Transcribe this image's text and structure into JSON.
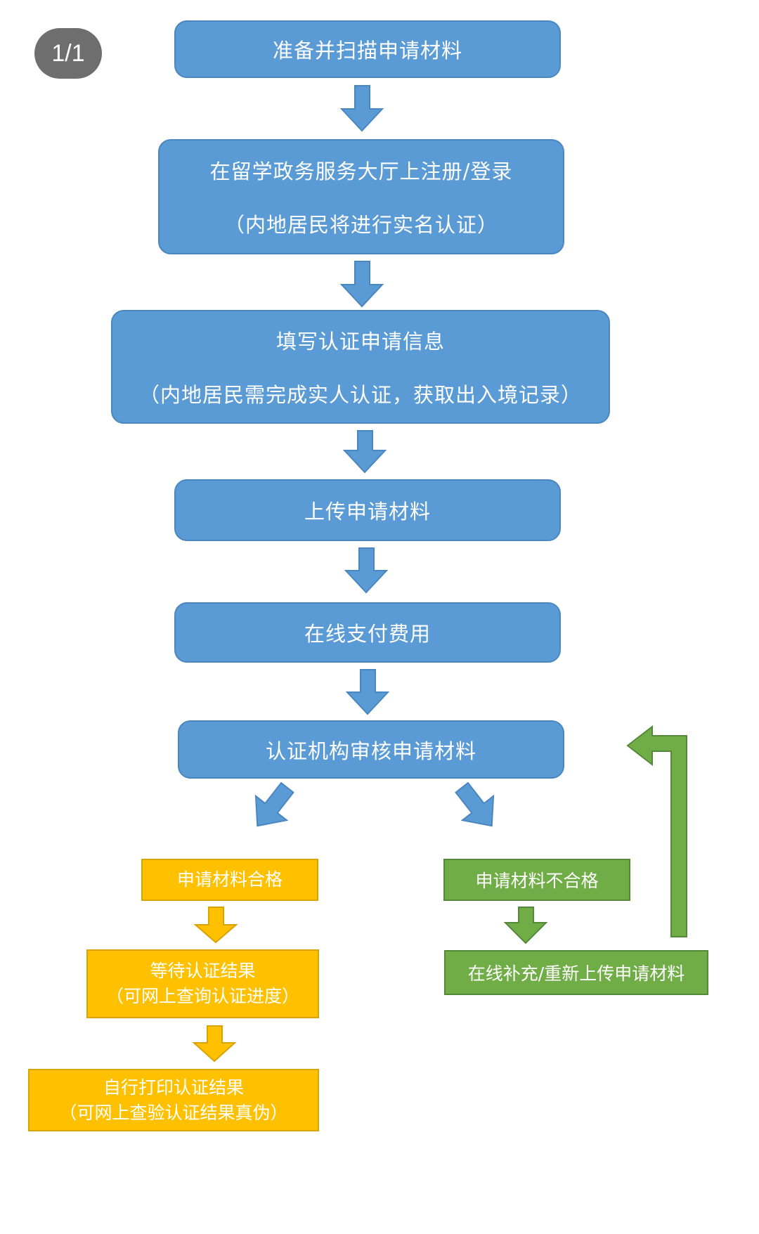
{
  "page_indicator": "1/1",
  "steps": {
    "s1": "准备并扫描申请材料",
    "s2_line1": "在留学政务服务大厅上注册/登录",
    "s2_line2": "（内地居民将进行实名认证）",
    "s3_line1": "填写认证申请信息",
    "s3_line2": "（内地居民需完成实人认证，获取出入境记录）",
    "s4": "上传申请材料",
    "s5": "在线支付费用",
    "s6": "认证机构审核申请材料"
  },
  "pass_branch": {
    "qualified": "申请材料合格",
    "wait_line1": "等待认证结果",
    "wait_line2": "（可网上查询认证进度）",
    "print_line1": "自行打印认证结果",
    "print_line2": "（可网上查验认证结果真伪）"
  },
  "fail_branch": {
    "unqualified": "申请材料不合格",
    "resubmit": "在线补充/重新上传申请材料"
  },
  "colors": {
    "blue": "#5b9bd5",
    "yellow": "#ffc000",
    "green": "#70ad47",
    "badge": "#6e6e6e"
  }
}
